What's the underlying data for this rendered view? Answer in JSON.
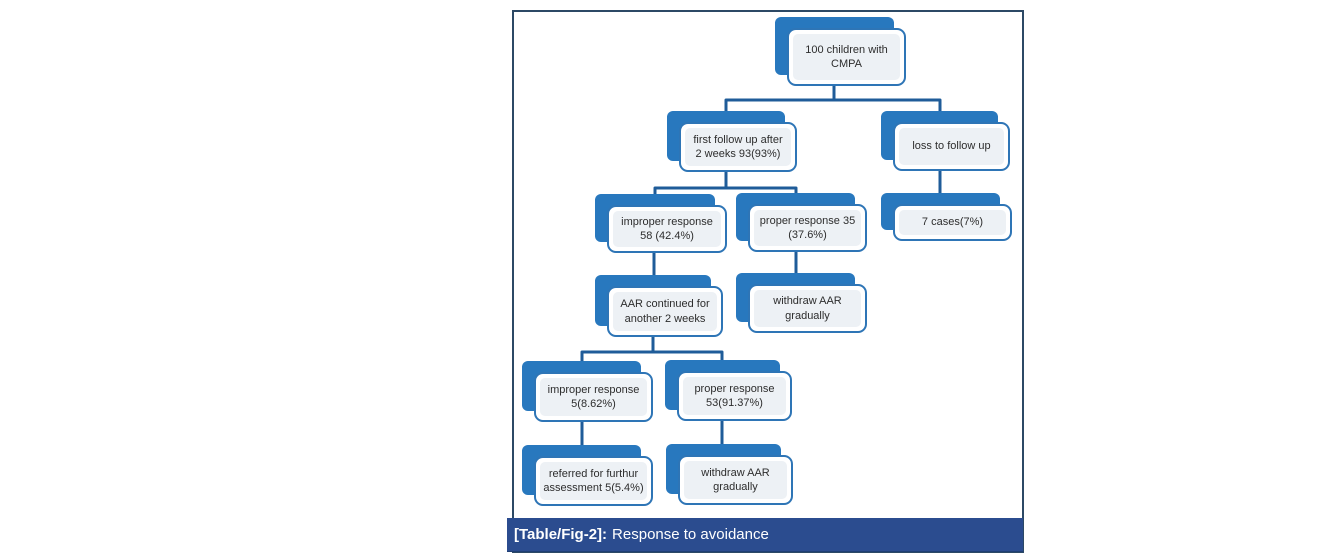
{
  "colors": {
    "accent_blue": "#2878BE",
    "border_blue": "#2E75B6",
    "connector": "#1F5C99",
    "panel": "#EDF1F5",
    "figure_border": "#2C4965",
    "caption_bg": "#2B4C8F",
    "caption_text": "#FFFFFF"
  },
  "caption": {
    "tag": "[Table/Fig-2]:",
    "text": "Response to avoidance"
  },
  "diagram": {
    "type": "flowchart",
    "nodes": [
      {
        "id": "root",
        "label": "100 children with\nCMPA"
      },
      {
        "id": "first_followup",
        "label": "first follow up after\n2 weeks 93(93%)"
      },
      {
        "id": "loss_to_followup",
        "label": "loss to follow up"
      },
      {
        "id": "improper_response_2wk",
        "label": "improper response\n58 (42.4%)"
      },
      {
        "id": "proper_response_2wk",
        "label": "proper response 35\n(37.6%)"
      },
      {
        "id": "seven_cases",
        "label": "7 cases(7%)"
      },
      {
        "id": "aar_continued",
        "label": "AAR continued for\nanother 2 weeks"
      },
      {
        "id": "withdraw_aar_1",
        "label": "withdraw AAR\ngradually"
      },
      {
        "id": "improper_response_4wk",
        "label": "improper response\n5(8.62%)"
      },
      {
        "id": "proper_response_4wk",
        "label": "proper response\n53(91.37%)"
      },
      {
        "id": "referred_assessment",
        "label": "referred  for furthur\nassessment 5(5.4%)"
      },
      {
        "id": "withdraw_aar_2",
        "label": "withdraw AAR\ngradually"
      }
    ],
    "edges": [
      [
        "root",
        "first_followup"
      ],
      [
        "root",
        "loss_to_followup"
      ],
      [
        "first_followup",
        "improper_response_2wk"
      ],
      [
        "first_followup",
        "proper_response_2wk"
      ],
      [
        "loss_to_followup",
        "seven_cases"
      ],
      [
        "improper_response_2wk",
        "aar_continued"
      ],
      [
        "proper_response_2wk",
        "withdraw_aar_1"
      ],
      [
        "aar_continued",
        "improper_response_4wk"
      ],
      [
        "aar_continued",
        "proper_response_4wk"
      ],
      [
        "improper_response_4wk",
        "referred_assessment"
      ],
      [
        "proper_response_4wk",
        "withdraw_aar_2"
      ]
    ]
  }
}
